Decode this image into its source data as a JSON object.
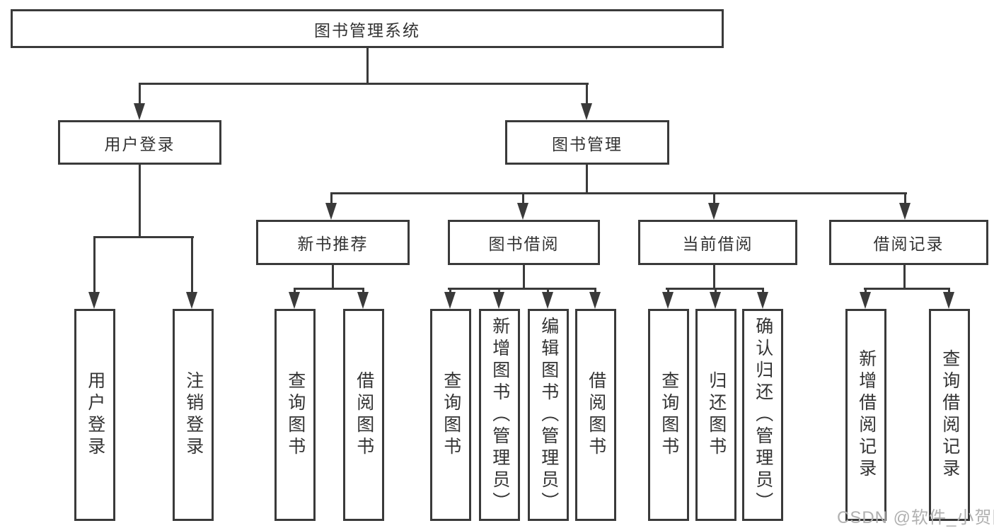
{
  "colors": {
    "line": "#3a3a3a",
    "box_border": "#3a3a3a",
    "box_fill": "#ffffff",
    "text": "#333333",
    "watermark": "#b0b0b0",
    "background": "#ffffff"
  },
  "diagram": {
    "type": "functional-structure-tree",
    "root": {
      "label": "图书管理系统"
    },
    "level2": [
      {
        "label": "用户登录",
        "children": [
          {
            "label": "用户登录"
          },
          {
            "label": "注销登录"
          }
        ]
      },
      {
        "label": "图书管理",
        "children": [
          {
            "label": "新书推荐",
            "children": [
              {
                "label": "查询图书"
              },
              {
                "label": "借阅图书"
              }
            ]
          },
          {
            "label": "图书借阅",
            "children": [
              {
                "label": "查询图书"
              },
              {
                "label": "新增图书（管理员）"
              },
              {
                "label": "编辑图书（管理员）"
              },
              {
                "label": "借阅图书"
              }
            ]
          },
          {
            "label": "当前借阅",
            "children": [
              {
                "label": "查询图书"
              },
              {
                "label": "归还图书"
              },
              {
                "label": "确认归还（管理员）"
              }
            ]
          },
          {
            "label": "借阅记录",
            "children": [
              {
                "label": "新增借阅记录"
              },
              {
                "label": "查询借阅记录"
              }
            ]
          }
        ]
      }
    ]
  },
  "watermark": {
    "label": "CSDN @软件_小贺同学"
  }
}
